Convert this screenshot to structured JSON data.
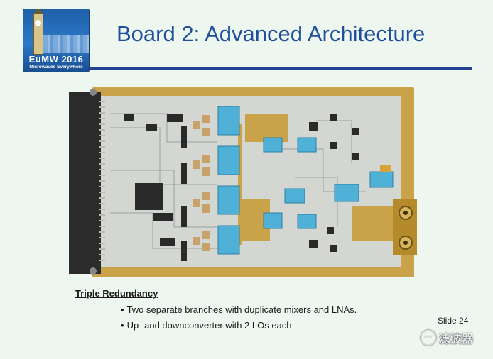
{
  "logo": {
    "year": "EuMW 2016",
    "tagline": "Microwaves Everywhere"
  },
  "slide": {
    "title": "Board 2: Advanced Architecture",
    "heading": "Triple Redundancy",
    "bullets": [
      "Two separate branches with duplicate mixers and LNAs.",
      "Up- and downconverter with 2 LOs each"
    ],
    "slide_number": "Slide 24"
  },
  "watermark": {
    "text": "滤波器"
  },
  "colors": {
    "background": "#eef7ef",
    "title": "#1f4f9b",
    "rule": "#25418f",
    "pcb": "#d3d6d1",
    "gold": "#c9a24a",
    "component_blue": "#4fb0d8"
  }
}
